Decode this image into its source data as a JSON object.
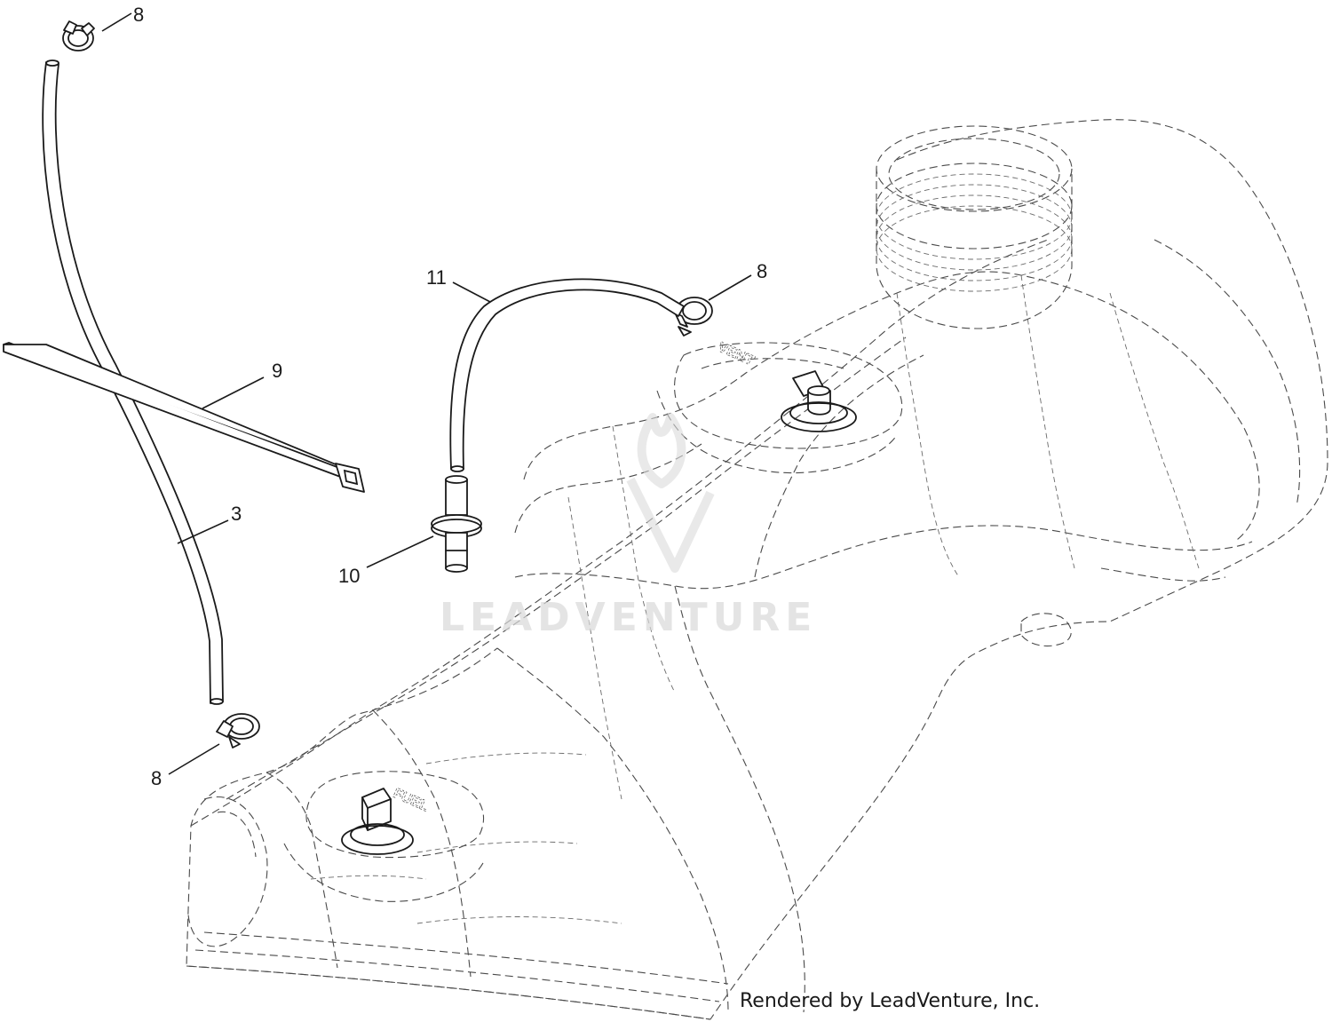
{
  "callouts": {
    "clamp_top": "8",
    "clamp_right": "8",
    "clamp_bottom": "8",
    "cable_tie": "9",
    "fuel_hose": "3",
    "vent_hose": "11",
    "grommet_fitting": "10"
  },
  "tank_embossing": {
    "vent": "VENT",
    "fuel": "FUEL"
  },
  "watermark": {
    "text": "LEADVENTURE"
  },
  "footer": {
    "credit": "Rendered by LeadVenture, Inc."
  }
}
